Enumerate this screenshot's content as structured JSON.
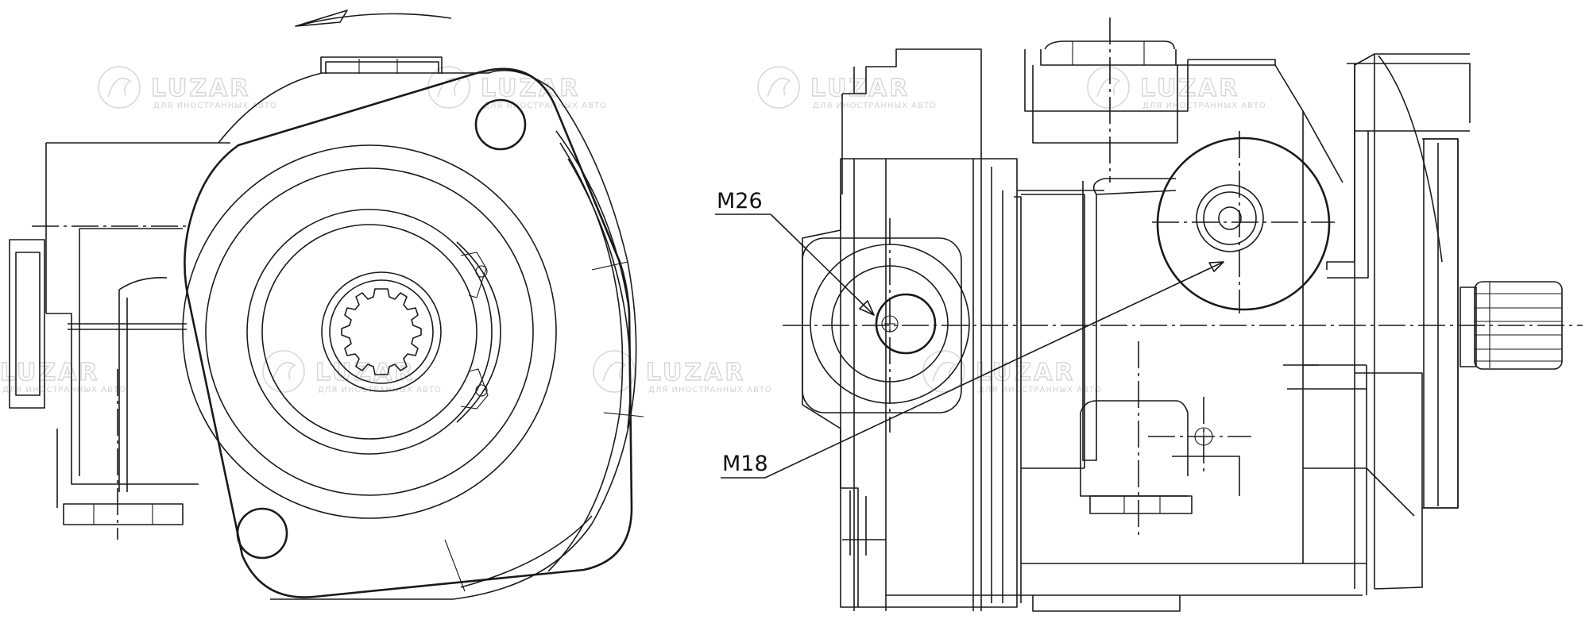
{
  "callouts": {
    "thread_1": "M26",
    "thread_2": "M18"
  },
  "watermark": {
    "brand": "LUZAR",
    "tagline": "ДЛЯ ИНОСТРАННЫХ АВТО"
  },
  "colors": {
    "line": "#1a1a1a",
    "watermark": "#d6d6d6",
    "background": "#ffffff"
  }
}
